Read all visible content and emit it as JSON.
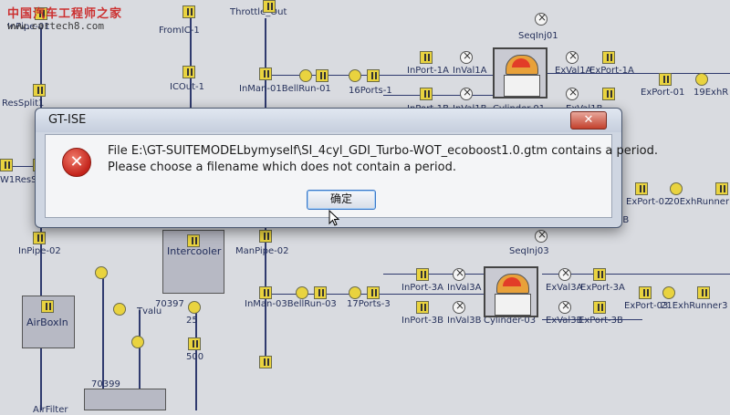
{
  "watermark": {
    "site_cn": "中国汽车工程师之家",
    "url": "www.cartech8.com"
  },
  "schematic": {
    "labels": {
      "inpipe01": "InPipe-01",
      "fromic1": "FromIC-1",
      "throttle_out": "Throttle_Out",
      "seqinj01": "SeqInj01",
      "icout1": "ICOut-1",
      "ressplit1": "ResSplit1",
      "inman01": "InMan-01BellRun-01",
      "ports1": "16Ports-1",
      "inport1a": "InPort-1A",
      "inval1a": "InVal1A",
      "exval1a": "ExVal1A",
      "export1a": "ExPort-1A",
      "export01": "ExPort-01",
      "exhr19": "19ExhR",
      "inport1b": "InPort-1B",
      "inval1b": "InVal1B",
      "cylinder01": "Cylinder-01",
      "exval1b": "ExVal1B",
      "w1ressp": "W1ResSp",
      "inpipe02": "InPipe-02",
      "intercooler": "Intercooler",
      "tvalue": "Tvalu",
      "manpipe02": "ManPipe-02",
      "seqinj03": "SeqInj03",
      "export02": "ExPort-02",
      "exhrunner20": "20ExhRunner",
      "n70397": "70397",
      "inman03": "InMan-03BellRun-03",
      "ports3": "17Ports-3",
      "inport3a": "InPort-3A",
      "inval3a": "InVal3A",
      "exval3a": "ExVal3A",
      "export3a": "ExPort-3A",
      "export03": "ExPort-03",
      "exhrunner21": "21ExhRunner3",
      "inport3b": "InPort-3B",
      "inval3b": "InVal3B",
      "cylinder03": "Cylinder-03",
      "exval3b": "ExVal3B",
      "export3b": "ExPort-3B",
      "airboxin": "AirBoxIn",
      "n500": "500",
      "n25": "25",
      "n70399": "70399",
      "airfilter": "AirFilter",
      "n2b": "2B"
    }
  },
  "dialog": {
    "title": "GT-ISE",
    "close_glyph": "✕",
    "error_glyph": "✕",
    "line1": "File E:\\GT-SUITEMODELbymyself\\SI_4cyl_GDI_Turbo-WOT_ecoboost1.0.gtm contains a period.",
    "line2": "Please choose a filename which does not contain a period.",
    "ok_label": "确定"
  },
  "colors": {
    "dialog_bg": "#cfd6e2",
    "close_red": "#c3412d",
    "error_red": "#c3231b",
    "component_yellow": "#e9d33f"
  }
}
